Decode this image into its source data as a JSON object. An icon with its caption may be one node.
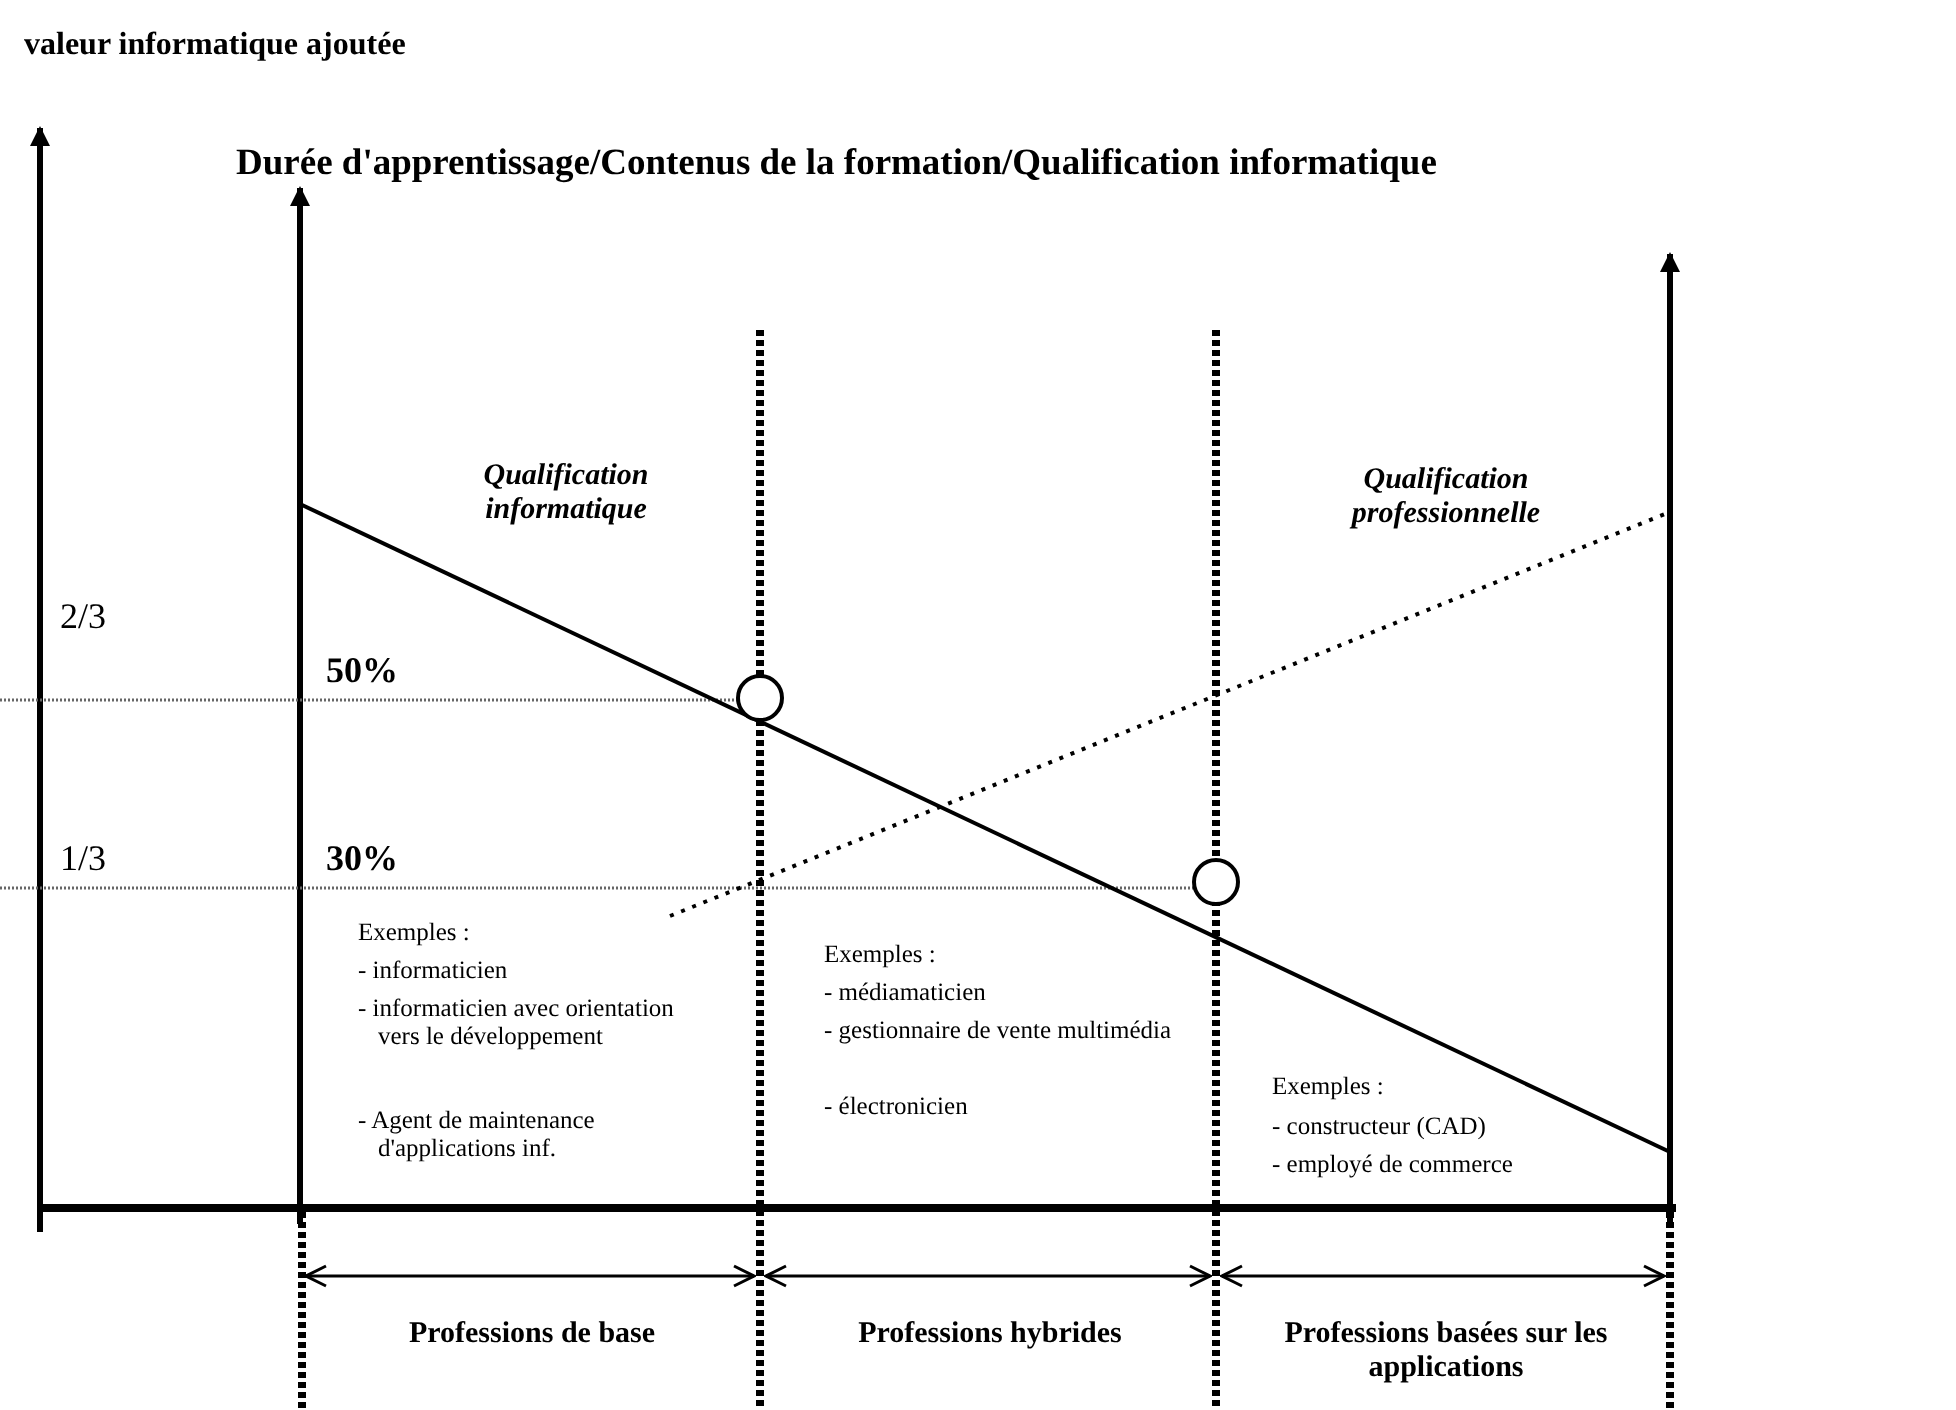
{
  "diagram": {
    "title": "Durée d'apprentissage/Contenus de la formation/Qualification informatique",
    "labels": [
      "valeur informatique ajoutée",
      "Qualification informatique",
      "Qualification professionnelle",
      "2/3",
      "50%",
      "1/3",
      "30%",
      "Exemples :",
      "- informaticien",
      "- informaticien avec orientation vers le développement",
      "- Agent de maintenance d'applications inf.",
      "Exemples :",
      "- médiamaticien",
      "- gestionnaire de vente multimédia",
      "- électronicien",
      "Exemples :",
      "- constructeur (CAD)",
      "- employé de commerce",
      "Professions de base",
      "Professions hybrides",
      "Professions basées sur les applications"
    ]
  }
}
